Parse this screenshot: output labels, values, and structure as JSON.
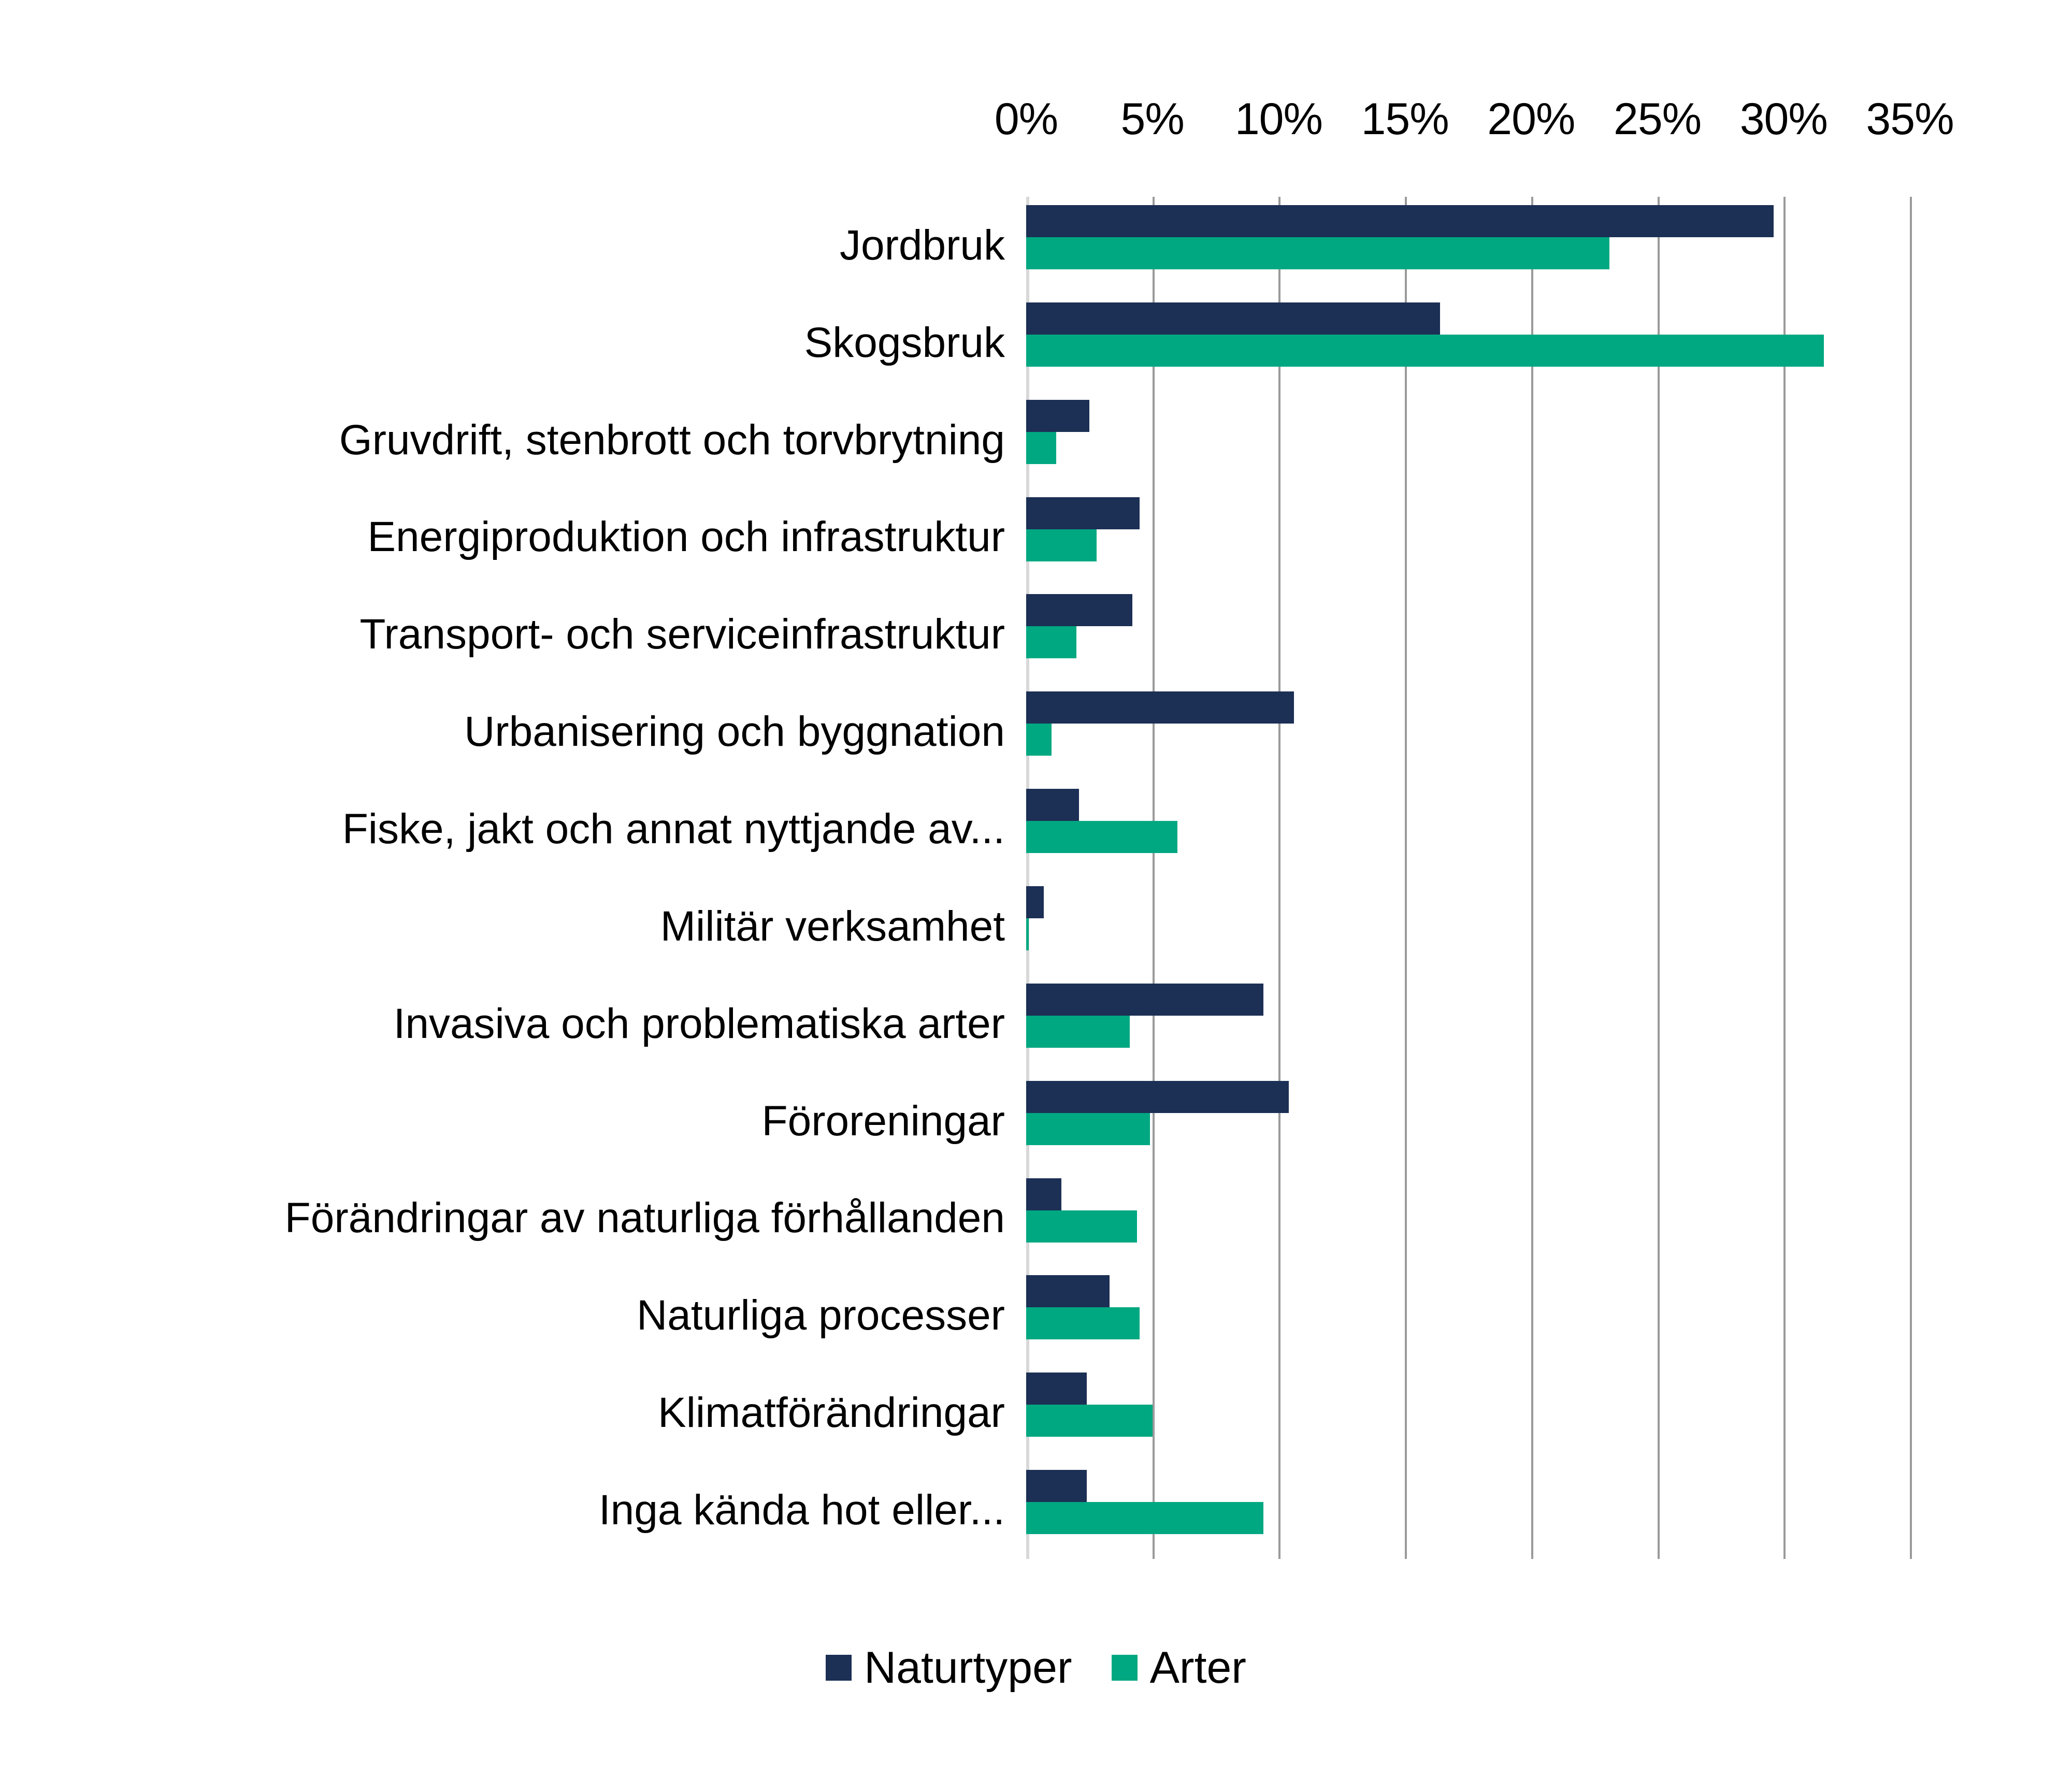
{
  "chart_data": {
    "type": "bar",
    "orientation": "horizontal",
    "title": "",
    "subtitle": "",
    "xlabel": "",
    "ylabel": "",
    "xlim": [
      0,
      35
    ],
    "xticks": [
      0,
      5,
      10,
      15,
      20,
      25,
      30,
      35
    ],
    "xtick_labels": [
      "0%",
      "5%",
      "10%",
      "15%",
      "20%",
      "25%",
      "30%",
      "35%"
    ],
    "value_unit": "%",
    "grid": true,
    "grid_axis": "x",
    "legend_position": "bottom",
    "categories": [
      "Jordbruk",
      "Skogsbruk",
      "Gruvdrift, stenbrott och torvbrytning",
      "Energiproduktion och infrastruktur",
      "Transport- och serviceinfrastruktur",
      "Urbanisering och byggnation",
      "Fiske, jakt och annat nyttjande av...",
      "Militär verksamhet",
      "Invasiva och problematiska arter",
      "Föroreningar",
      "Förändringar av naturliga förhållanden",
      "Naturliga processer",
      "Klimatförändringar",
      "Inga kända hot eller..."
    ],
    "series": [
      {
        "name": "Naturtyper",
        "color": "#1C2F55",
        "values": [
          29.6,
          16.4,
          2.5,
          4.5,
          4.2,
          10.6,
          2.1,
          0.7,
          9.4,
          10.4,
          1.4,
          3.3,
          2.4,
          2.4
        ]
      },
      {
        "name": "Arter",
        "color": "#00A881",
        "values": [
          23.1,
          31.6,
          1.2,
          2.8,
          2.0,
          1.0,
          6.0,
          0.1,
          4.1,
          4.9,
          4.4,
          4.5,
          5.0,
          9.4
        ]
      }
    ]
  },
  "legend": {
    "items": [
      {
        "label": "Naturtyper",
        "color": "#1C2F55"
      },
      {
        "label": "Arter",
        "color": "#00A881"
      }
    ]
  },
  "colors": {
    "series_naturtyper": "#1C2F55",
    "series_arter": "#00A881",
    "gridline": "#9a9a9a",
    "baseline": "#d8d8d8",
    "background": "#ffffff",
    "text": "#000000"
  }
}
